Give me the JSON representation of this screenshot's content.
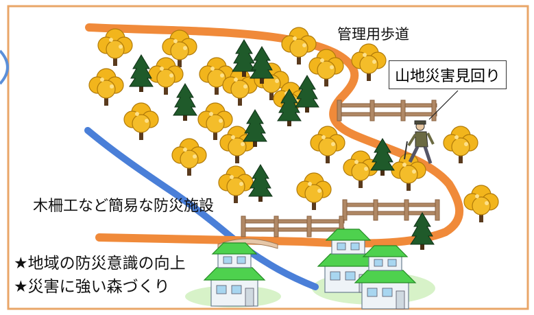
{
  "labels": {
    "management_path": "管理用歩道",
    "patrol": "山地災害見回り",
    "fence_works": "木柵工など簡易な防災施設"
  },
  "goals": [
    "★地域の防災意識の向上",
    "★災害に強い森づくり"
  ],
  "colors": {
    "path": "#f08a3a",
    "stream": "#4a7fd8",
    "frame": "#e9a668",
    "deciduous_tree": "#f2b51c",
    "conifer": "#1f5a2a",
    "fence": "#a77f5b",
    "house_roof": "#4ed14e"
  }
}
